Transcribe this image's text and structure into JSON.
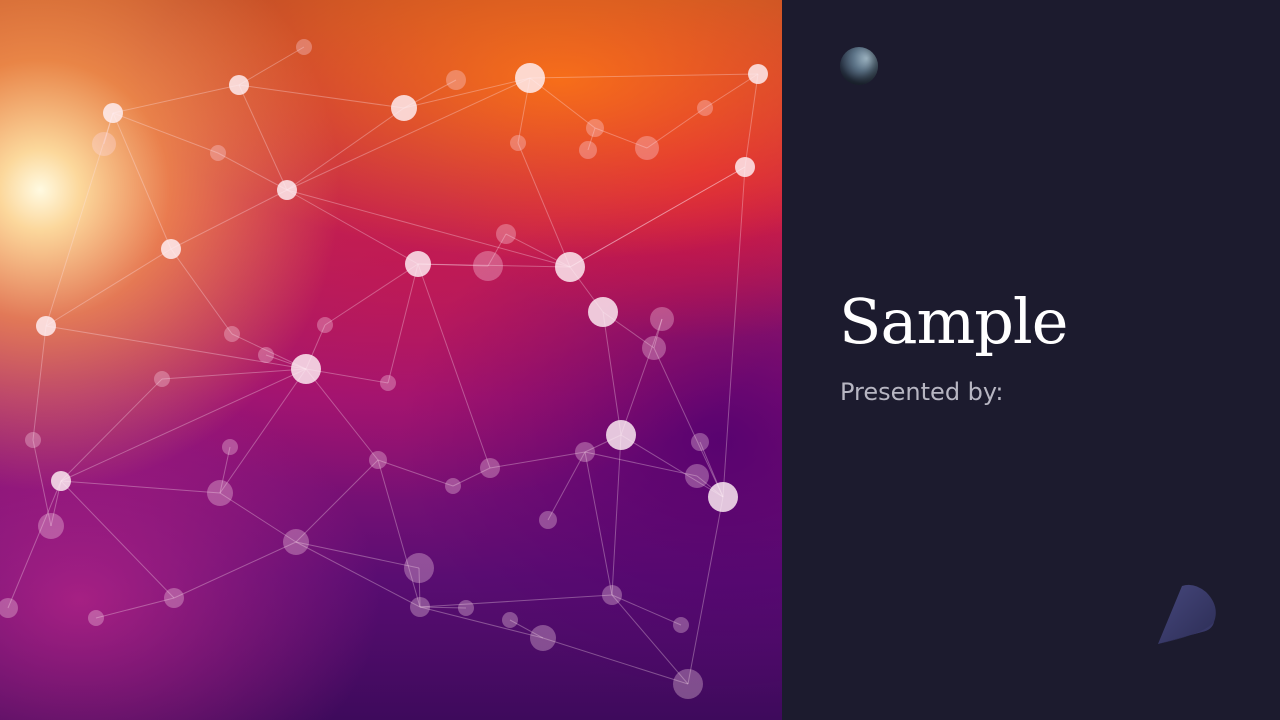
{
  "slide": {
    "title": "Sample",
    "subtitle": "Presented by:"
  },
  "decorations": {
    "hero": "network-image",
    "top_left": "sphere-icon",
    "bottom_right": "cone-icon"
  },
  "colors": {
    "panel_background": "#1c1b2e",
    "title_text": "#ffffff",
    "subtitle_text": "#b7b6c2"
  }
}
